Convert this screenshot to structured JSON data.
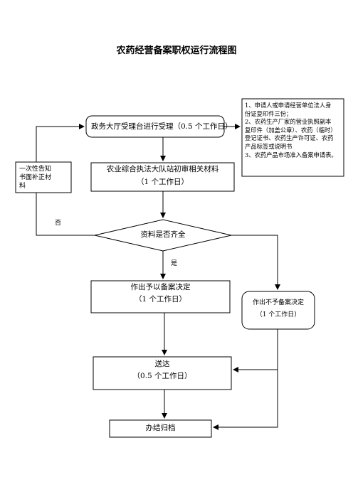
{
  "title": "农药经营备案职权运行流程图",
  "nodes": {
    "accept": {
      "label": "政务大厅受理台进行受理",
      "duration": "（0.5 个工作日）"
    },
    "review": {
      "label": "农业综合执法大队站初审相关材料",
      "duration": "（1 个工作日）"
    },
    "check": {
      "label": "资料是否齐全"
    },
    "approve": {
      "label": "作出予以备案决定",
      "duration": "（1 个工作日）"
    },
    "reject": {
      "label": "作出不予备案决定",
      "duration": "（1 个工作日）"
    },
    "deliver": {
      "label": "送达",
      "duration": "（0.5 个工作日）"
    },
    "archive": {
      "label": "办结归档"
    },
    "notify": {
      "lines": [
        "一次性告知",
        "书面补正材",
        "料"
      ]
    }
  },
  "edges": {
    "no": "否",
    "yes": "是"
  },
  "materials": {
    "lines": [
      "1、申请人或申请经营单位法人身",
      "份证复印件三份；",
      "2、农药生产厂家的营业执照副本",
      "复印件（加盖公章）、农药（临时）",
      "登记证书、农药生产许可证、农药",
      "产品标签或说明书",
      "3、农药产品市场准入备案申请表。"
    ]
  }
}
